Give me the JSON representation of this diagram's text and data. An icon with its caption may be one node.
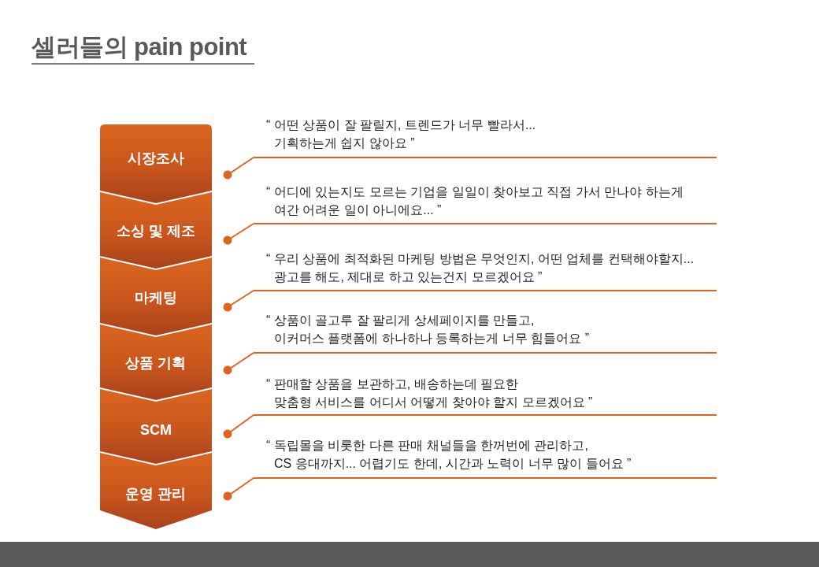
{
  "diagram": {
    "title": "셀러들의 pain point",
    "nodes": [
      {
        "text": [
          "시장조사"
        ]
      },
      {
        "text": [
          "소싱 및 제조"
        ]
      },
      {
        "text": [
          "마케팅"
        ]
      },
      {
        "text": [
          "상품 기획"
        ]
      },
      {
        "text": [
          "SCM"
        ]
      },
      {
        "text": [
          "운영 관리"
        ]
      },
      {
        "text": [
          "“ 어떤 상품이 잘 팔릴지, 트렌드가 너무 빨라서... 기획하는게 쉽지 않아요 ”"
        ]
      },
      {
        "text": [
          "“ 어디에 있는지도 모르는 기업을 일일이 찾아보고 직접 가서 만나야 하는게 여간 어려운 일이 아니에요... ”"
        ]
      },
      {
        "text": [
          "“ 우리 상품에 최적화된 마케팅 방법은 무엇인지, 어떤 업체를 컨택해야할지... 광고를 해도, 제대로 하고 있는건지 모르겠어요 ”"
        ]
      },
      {
        "text": [
          "“ 상품이 골고루 잘 팔리게 상세페이지를 만들고, 이커머스 플랫폼에 하나하나 등록하는게 너무 힘들어요 ”"
        ]
      },
      {
        "text": [
          "“ 판매할 상품을 보관하고, 배송하는데 필요한 맞춤형 서비스를 어디서 어떻게 찾아야 할지 모르겠어요 ”"
        ]
      },
      {
        "text": [
          "“ 독립몰을 비롯한 다른 판매 채널들을 한꺼번에 관리하고, CS 응대까지... 어렵기도 한데, 시간과 노력이 너무 많이 들어요 ”"
        ]
      }
    ],
    "edges": [
      {
        "from": 6,
        "to": 0,
        "arrow": "other"
      },
      {
        "from": 7,
        "to": 1,
        "arrow": "other"
      },
      {
        "from": 8,
        "to": 2,
        "arrow": "other"
      },
      {
        "from": 9,
        "to": 3,
        "arrow": "other"
      },
      {
        "from": 10,
        "to": 4,
        "arrow": "other"
      },
      {
        "from": 11,
        "to": 5,
        "arrow": "other"
      }
    ]
  }
}
